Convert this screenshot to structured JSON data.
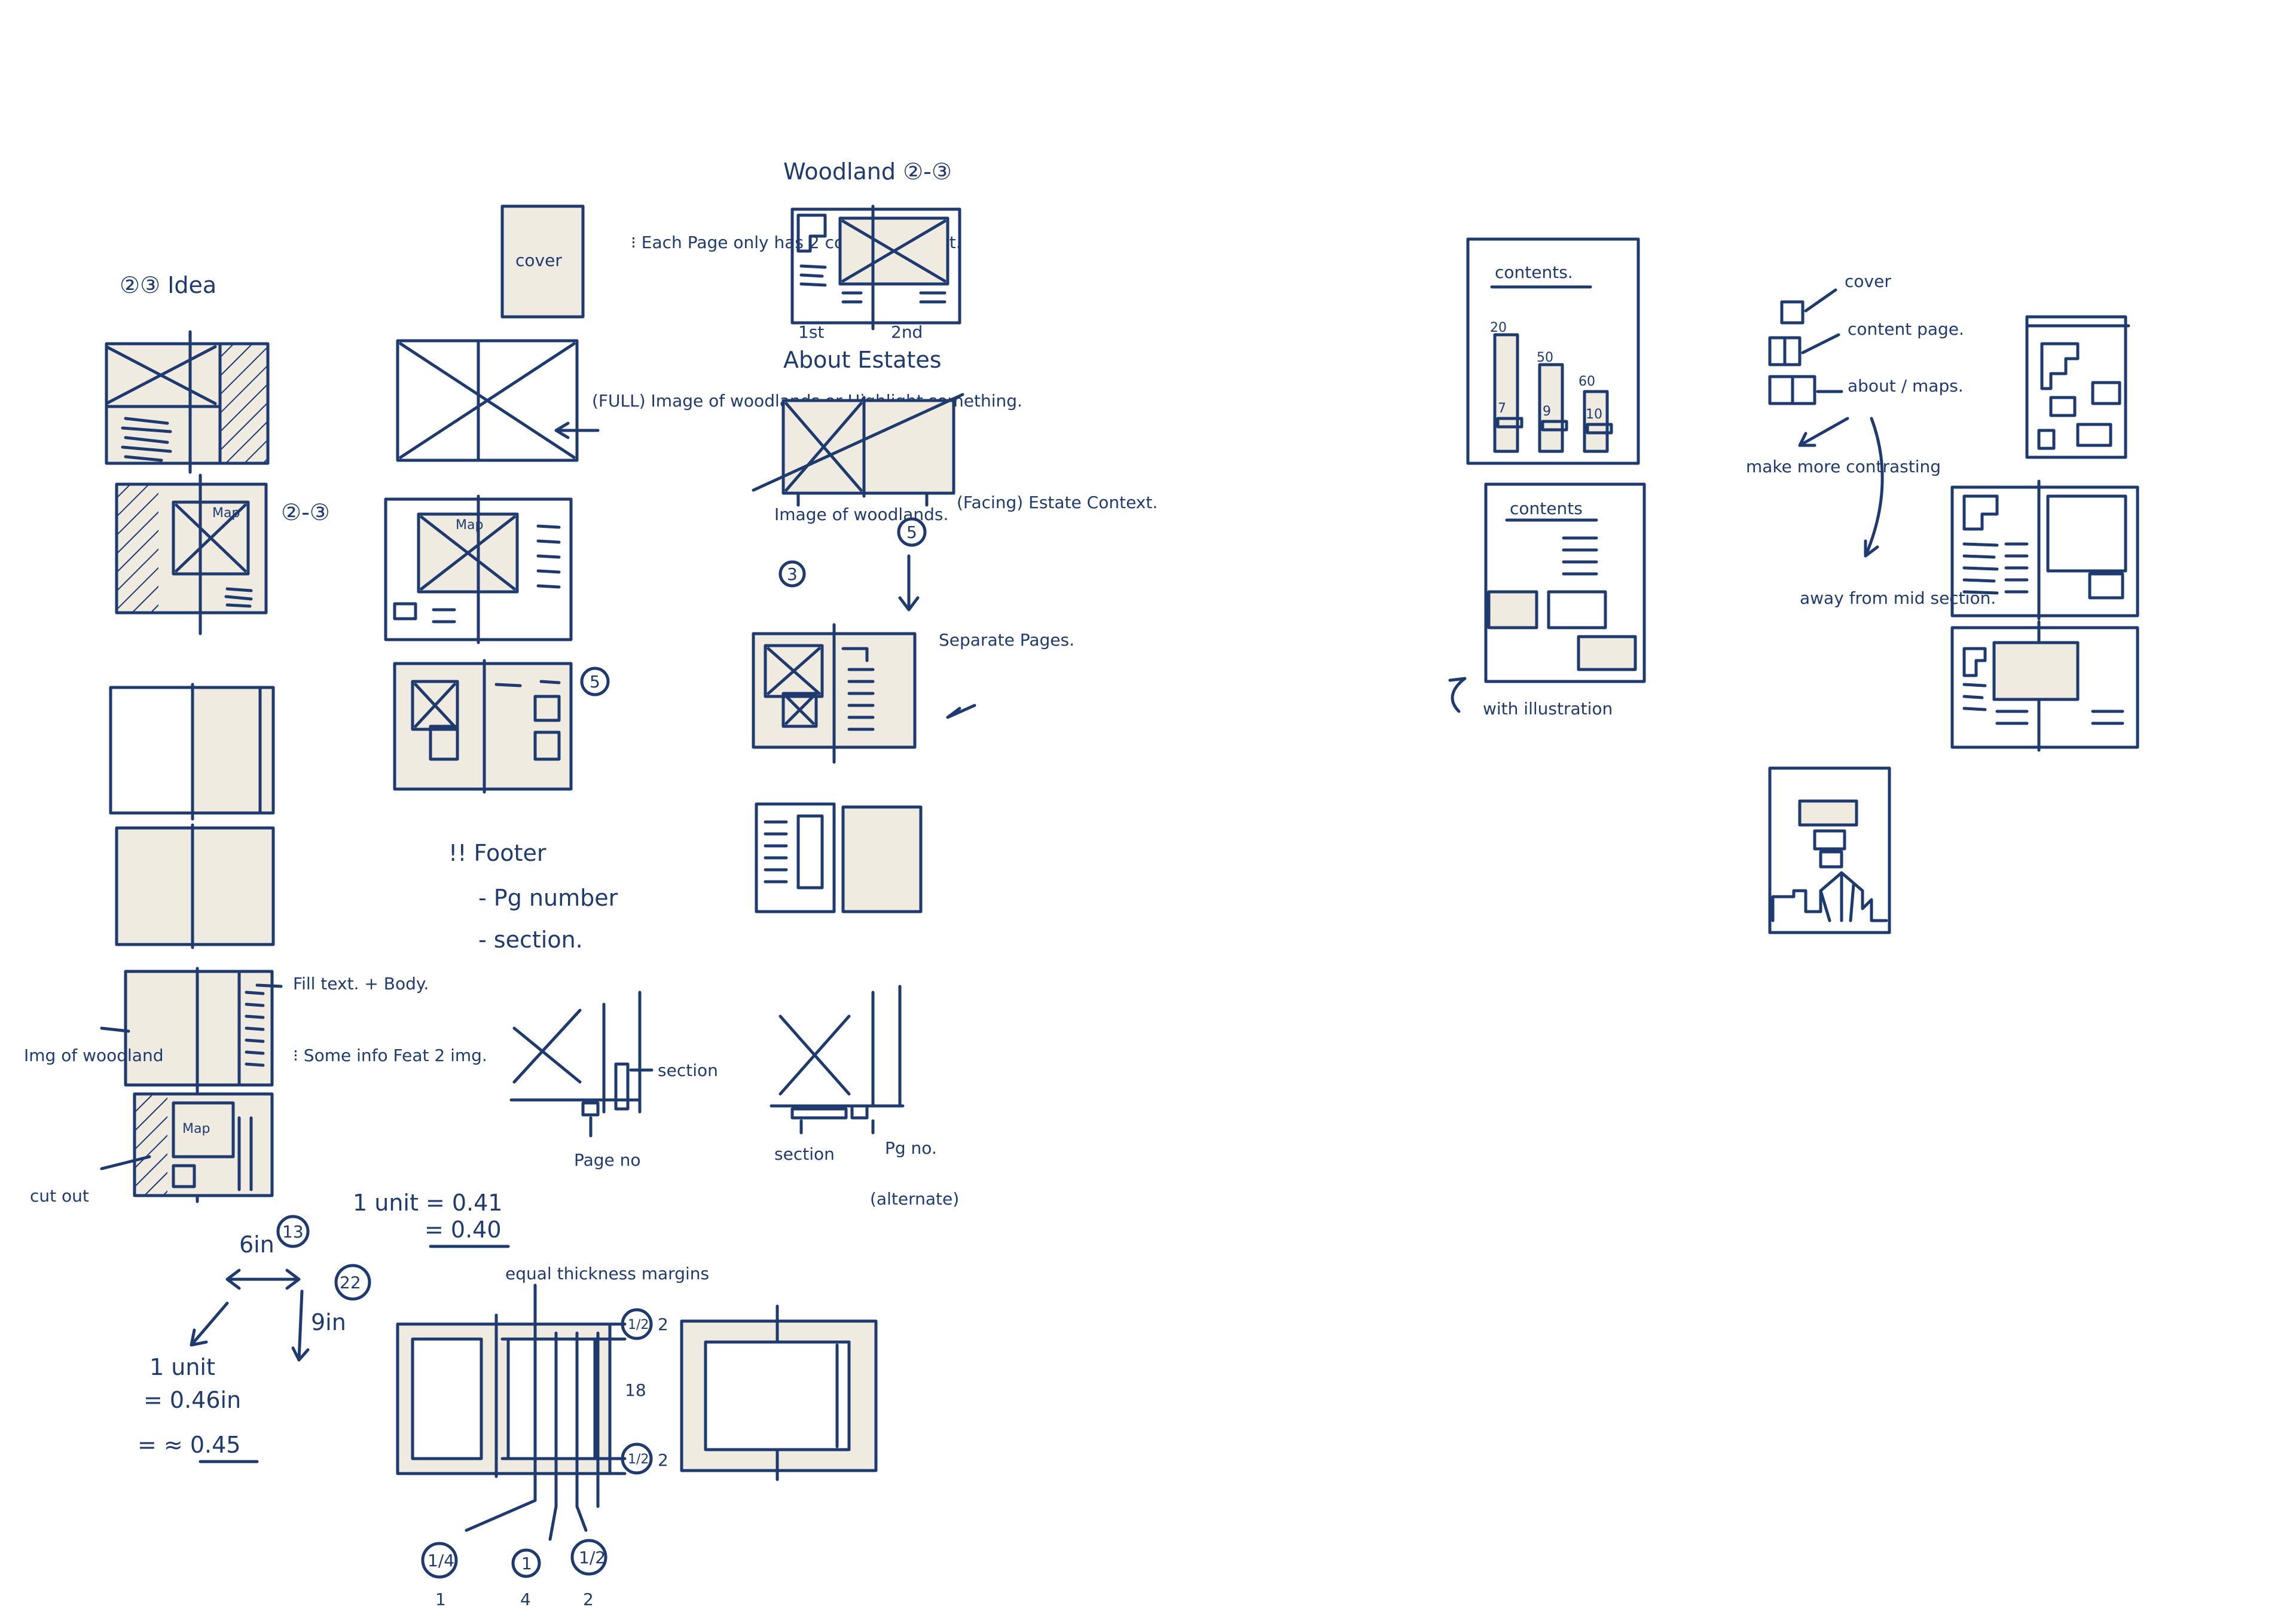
{
  "colors": {
    "ink": "#1f3a6e",
    "paper": "#efebe0",
    "background": "#ffffff"
  },
  "notes": {
    "idea": "②③ Idea",
    "cover": "cover",
    "each_page": "⁝ Each Page only has 2 columns of Text.",
    "full_image": "(FULL) Image of woodlands or Highlight something.",
    "map": "Map",
    "woodland": "Woodland ②-③",
    "col1": "1st",
    "col2": "2nd",
    "about_estates": "About Estates",
    "image_of_woodlands": "Image of woodlands.",
    "facing": "(Facing) Estate Context.",
    "separate_pages": "Separate Pages.",
    "footer": "!! Footer",
    "pg_number": "- Pg number",
    "section": "- section.",
    "fill_text": "Fill text. + Body.",
    "some_info": "⁝ Some info Feat 2 img.",
    "img_woodland": "Img of woodland",
    "cutout": "cut out",
    "section_label": "section",
    "page_no": "Page no",
    "section2": "section",
    "pg_no": "Pg no.",
    "alternate": "(alternate)",
    "unit_a": "1 unit = 0.41",
    "unit_b": "= 0.40",
    "size_w": "6in",
    "circ_13": "13",
    "circ_22": "22",
    "size_h": "9in",
    "unit_c": "1 unit",
    "unit_d": "= 0.46in",
    "unit_e": "= ≈ 0.45",
    "margins": "equal thickness margins",
    "m_half1": "1/2",
    "m_2a": "2",
    "m_18": "18",
    "m_half2": "1/2",
    "m_2b": "2",
    "b_quarter": "1/4",
    "b_one": "1",
    "b_half": "1/2",
    "b_1": "1",
    "b_4": "4",
    "b_2": "2",
    "circ_5a": "5",
    "circ_5b": "5",
    "circ_3": "3",
    "circ_23": "②-③",
    "contents1": "contents.",
    "contents2": "contents",
    "bar_20": "20",
    "bar_50": "50",
    "bar_60": "60",
    "bar_7": "7",
    "bar_9": "9",
    "bar_10": "10",
    "with_illustration": "with illustration",
    "cover2": "cover",
    "content_page": "content page.",
    "about_maps": "about / maps.",
    "make_more": "make more contrasting",
    "away_from": "away from mid section."
  }
}
